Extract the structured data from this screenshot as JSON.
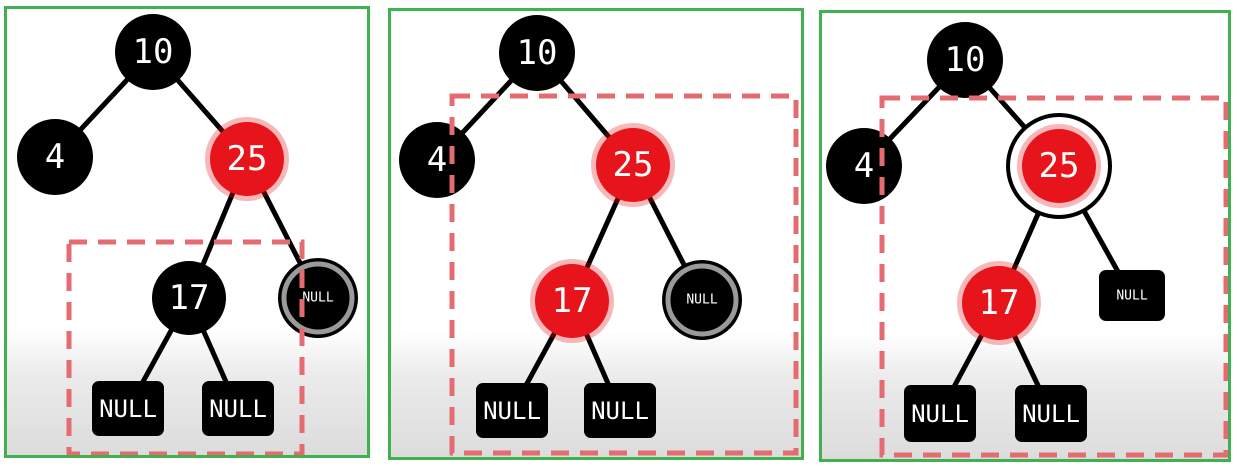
{
  "colors": {
    "black_node": "#000000",
    "red_node": "#e8141c",
    "panel_border": "#3fb24f",
    "selection_box": "#e46c70",
    "ring": "#000000"
  },
  "panels": [
    {
      "nodes": {
        "root": "10",
        "left": "4",
        "right": "25",
        "rl": "17",
        "rr": "NULL",
        "rll": "NULL",
        "rlr": "NULL"
      }
    },
    {
      "nodes": {
        "root": "10",
        "left": "4",
        "right": "25",
        "rl": "17",
        "rr": "NULL",
        "rll": "NULL",
        "rlr": "NULL"
      }
    },
    {
      "nodes": {
        "root": "10",
        "left": "4",
        "right": "25",
        "rl": "17",
        "rr": "NULL",
        "rll": "NULL",
        "rlr": "NULL"
      }
    }
  ]
}
